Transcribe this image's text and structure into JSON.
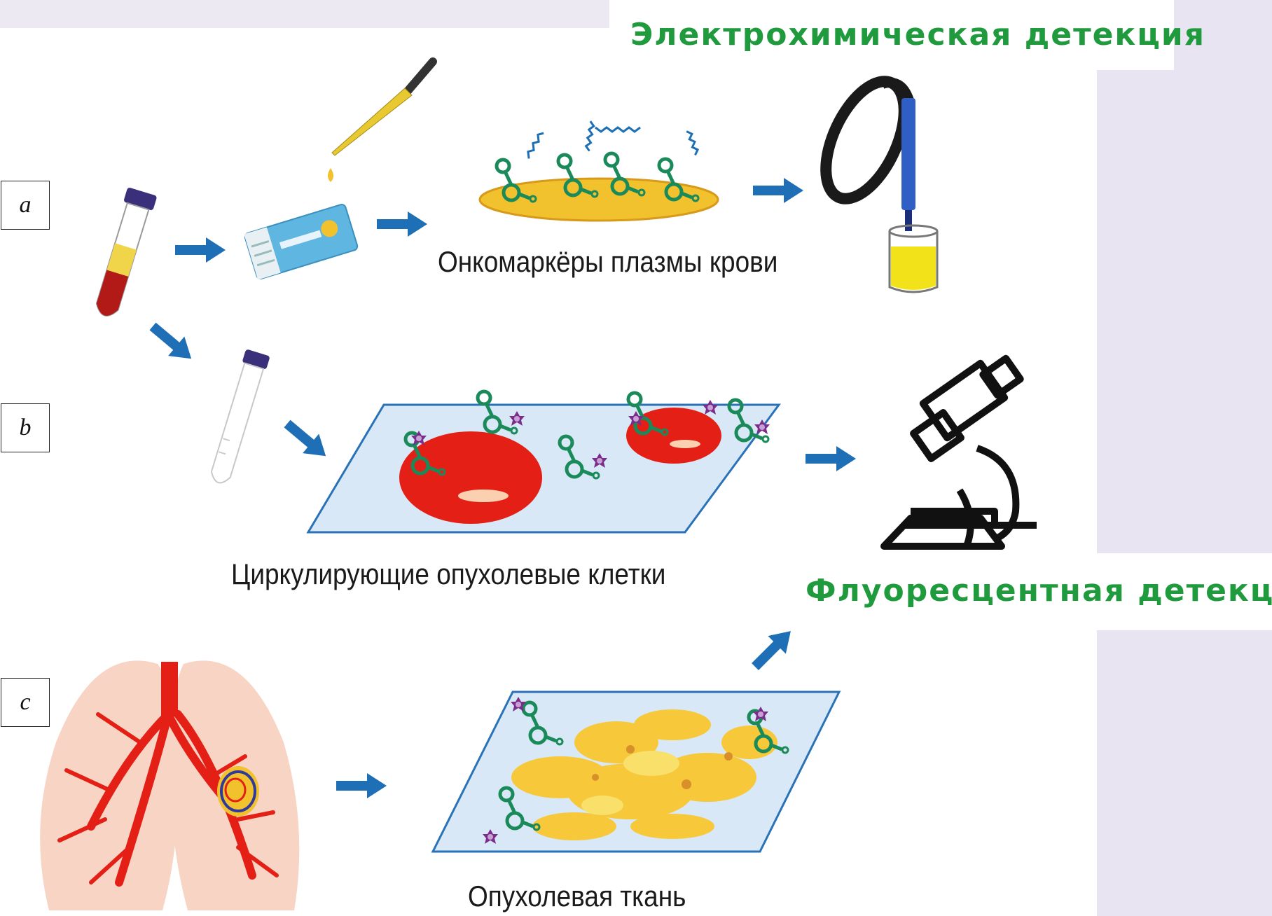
{
  "titles": {
    "electrochemical": "Электрохимическая детекция",
    "fluorescent": "Флуоресцентная детекция"
  },
  "labels": [
    "a",
    "b",
    "c"
  ],
  "captions": {
    "plasma_markers": "Онкомаркёры плазмы крови",
    "circulating_cells": "Циркулирующие опухолевые клетки",
    "tumor_tissue": "Опухолевая ткань"
  },
  "colors": {
    "title_green": "#1f9a3c",
    "arrow_blue": "#1e6fb5",
    "aptamer_green": "#1b8a5a",
    "cell_red": "#e41f16",
    "slide_blue": "#d8e8f6",
    "electrode_yellow": "#f2c12e",
    "side_panel": "#e8e4f1"
  }
}
